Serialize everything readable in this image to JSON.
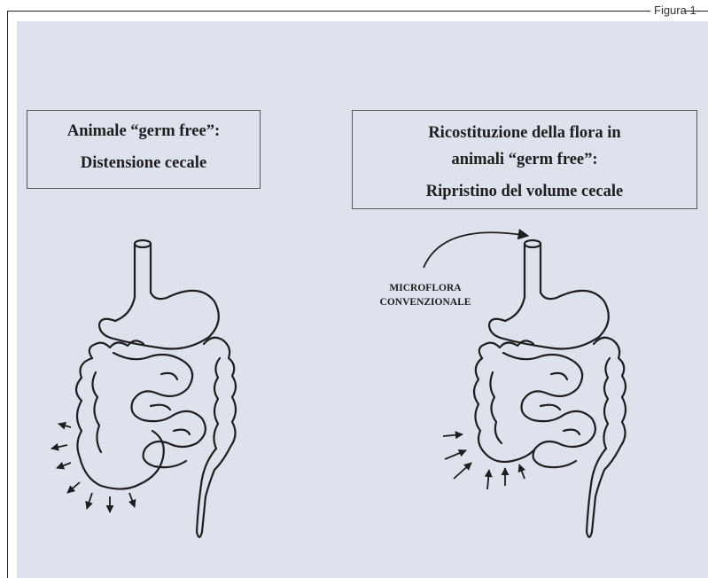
{
  "figure": {
    "label": "Figura 1"
  },
  "left_panel": {
    "caption_line1": "Animale “germ free”:",
    "caption_line2": "Distensione cecale"
  },
  "right_panel": {
    "caption_line1": "Ricostituzione della flora in",
    "caption_line2": "animali “germ free”:",
    "caption_line3": "Ripristino del volume cecale",
    "annotation_line1": "MICROFLORA",
    "annotation_line2": "CONVENZIONALE"
  },
  "colors": {
    "panel_background": "#dde2ed",
    "ink": "#1e1e1e"
  }
}
